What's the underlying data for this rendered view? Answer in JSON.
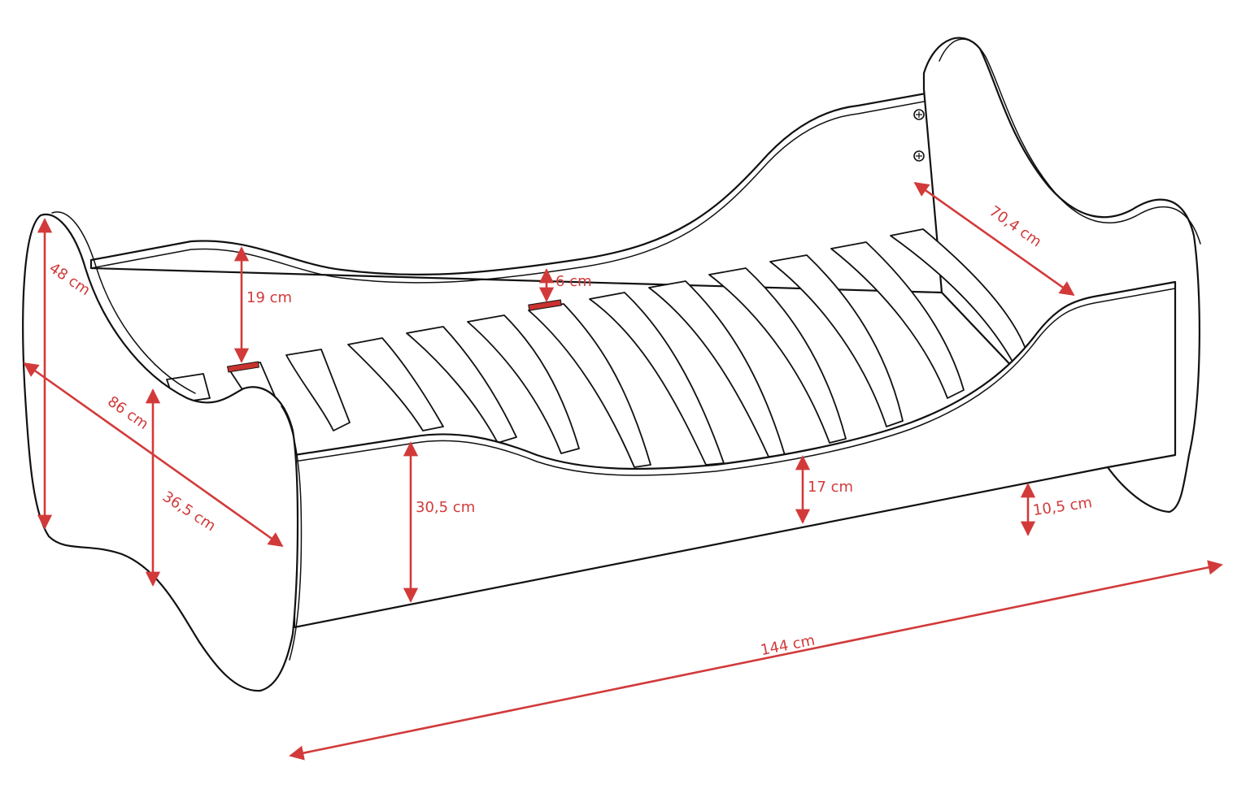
{
  "diagram": {
    "colors": {
      "dimension": "#d23a3a",
      "outline": "#111111",
      "pad": "#c8322f",
      "background": "#ffffff"
    },
    "dimensions": {
      "height_total": "48 cm",
      "headboard_depth": "86 cm",
      "rail_height": "19 cm",
      "slat_gap": "6 cm",
      "footboard_height": "36,5 cm",
      "side_height": "30,5 cm",
      "mid_height": "17 cm",
      "end_height": "10,5 cm",
      "inner_width": "70,4 cm",
      "length": "144 cm"
    }
  }
}
